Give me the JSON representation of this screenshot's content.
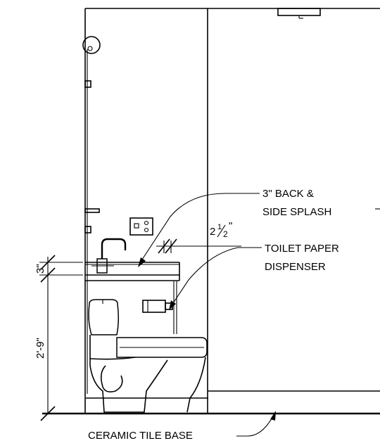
{
  "labels": {
    "splash_line1": "3\" BACK &",
    "splash_line2": "SIDE SPLASH",
    "tp_line1": "TOILET PAPER",
    "tp_line2": "DISPENSER",
    "base": "CERAMIC TILE BASE"
  },
  "dimensions": {
    "offset_whole": "2",
    "offset_num": "1",
    "offset_den": "2",
    "offset_inch": "\"",
    "splash_height": "3\"",
    "counter_height": "2'-9\""
  }
}
